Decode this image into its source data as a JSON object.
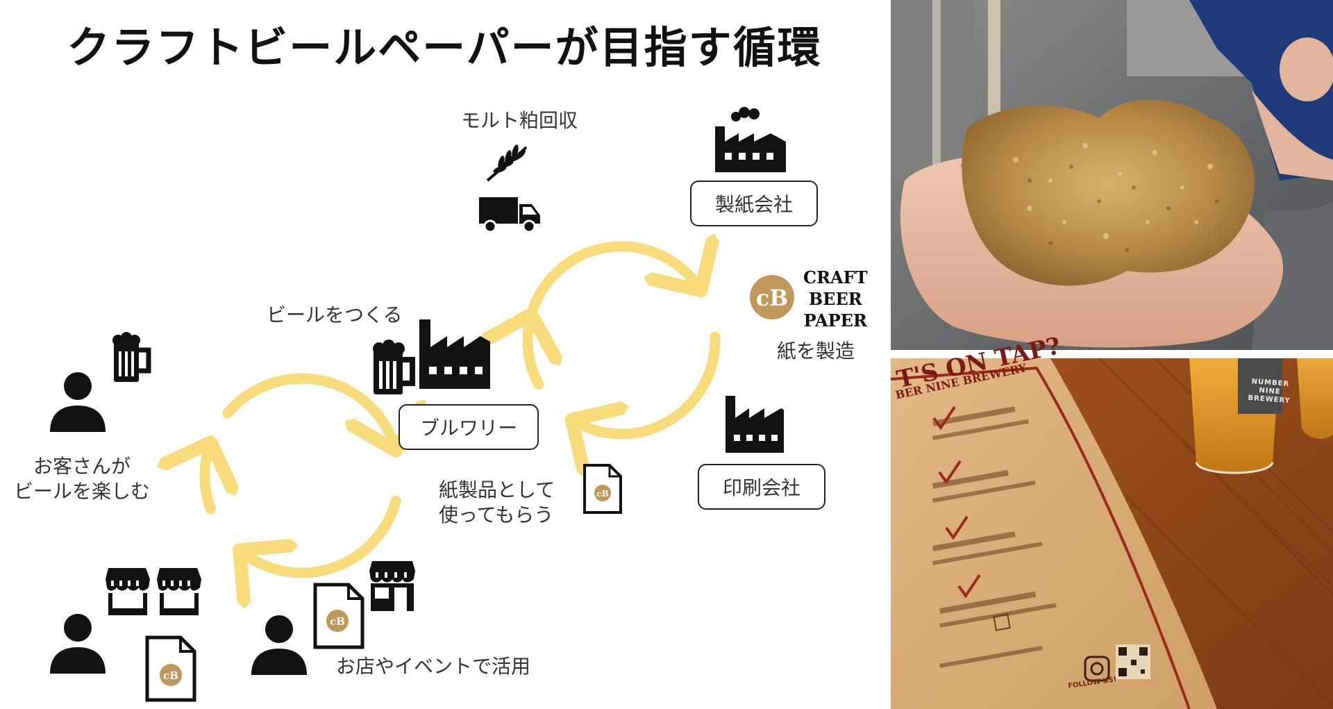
{
  "title": "クラフトビールペーパーが目指す循環",
  "diagram": {
    "labels": {
      "malt_collection": "モルト粕回収",
      "paper_company": "製紙会社",
      "make_paper": "紙を製造",
      "printing_company": "印刷会社",
      "brewery": "ブルワリー",
      "make_beer": "ビールをつくる",
      "use_products_line1": "紙製品として",
      "use_products_line2": "使ってもらう",
      "customers_line1": "お客さんが",
      "customers_line2": "ビールを楽しむ",
      "shops_events": "お店やイベントで活用"
    },
    "brand": {
      "logo_letters": "cB",
      "line1": "CRAFT",
      "line2": "BEER",
      "line3": "PAPER",
      "gold": "#c0975a"
    },
    "cycle_color": "#f8dc7c"
  },
  "photos": {
    "top": {
      "subject": "spent malt grain in hand"
    },
    "bottom": {
      "menu_heading": "T'S ON TAP?",
      "menu_sub": "BER NINE BREWERY",
      "glass_badge": "NUMBER NINE BREWERY",
      "follow": "FOLLOW US!"
    }
  }
}
